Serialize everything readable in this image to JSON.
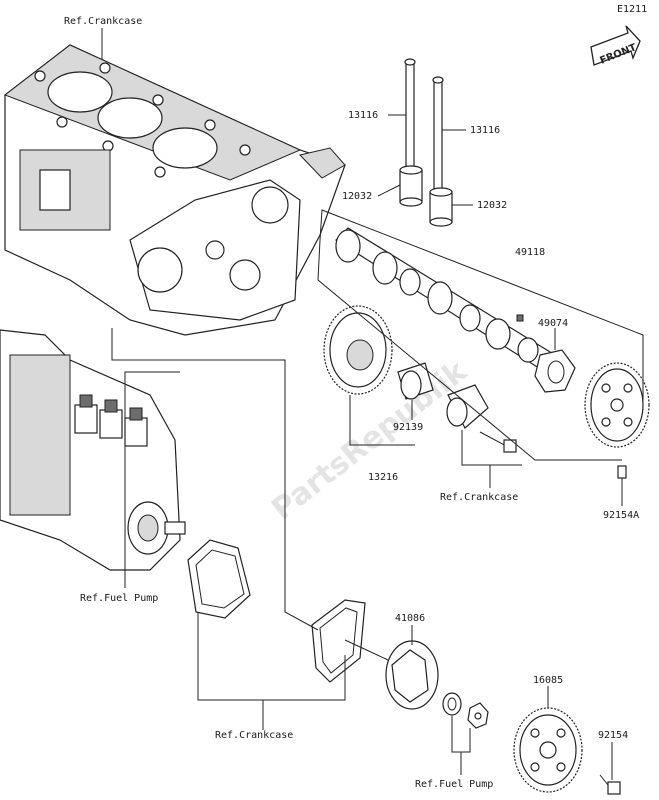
{
  "diagram_code": "E1211",
  "front_badge": "FRONT",
  "watermark": "PartsRepublik",
  "labels": {
    "ref_crankcase_top": "Ref.Crankcase",
    "p13116_left": "13116",
    "p13116_right": "13116",
    "p12032_left": "12032",
    "p12032_right": "12032",
    "p49118": "49118",
    "p49074": "49074",
    "p92139": "92139",
    "p13216": "13216",
    "ref_crankcase_mid": "Ref.Crankcase",
    "p92154A": "92154A",
    "ref_fuel_pump_left": "Ref.Fuel Pump",
    "p41086": "41086",
    "p16085": "16085",
    "p92154": "92154",
    "ref_crankcase_bottom": "Ref.Crankcase",
    "ref_fuel_pump_bottom": "Ref.Fuel Pump"
  }
}
